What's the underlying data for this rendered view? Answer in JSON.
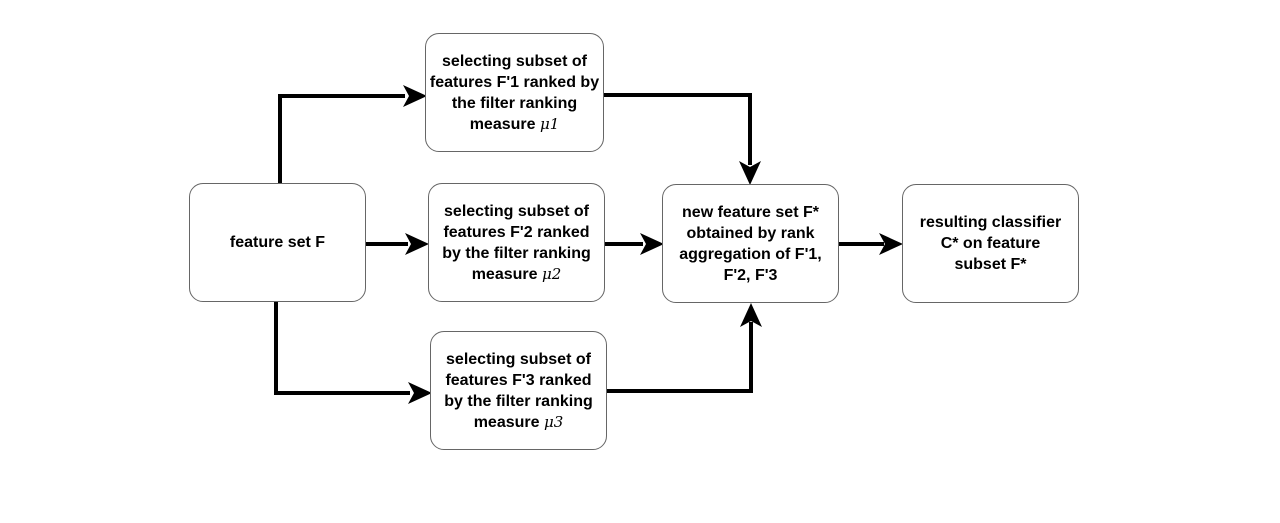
{
  "nodes": {
    "feature_set": {
      "label": "feature set F"
    },
    "subset1": {
      "text": "selecting subset of features F'1 ranked by the filter ranking measure",
      "measure": "μ1"
    },
    "subset2": {
      "text": "selecting subset of features F'2 ranked by the filter ranking measure",
      "measure": "μ2"
    },
    "subset3": {
      "text": "selecting subset of features F'3 ranked by the filter ranking measure",
      "measure": "μ3"
    },
    "aggregation": {
      "text": "new feature set F* obtained by rank aggregation of F'1, F'2, F'3"
    },
    "result": {
      "text": "resulting classifier C* on feature subset F*"
    }
  },
  "colors": {
    "arrow": "#000000",
    "border": "#666666"
  }
}
